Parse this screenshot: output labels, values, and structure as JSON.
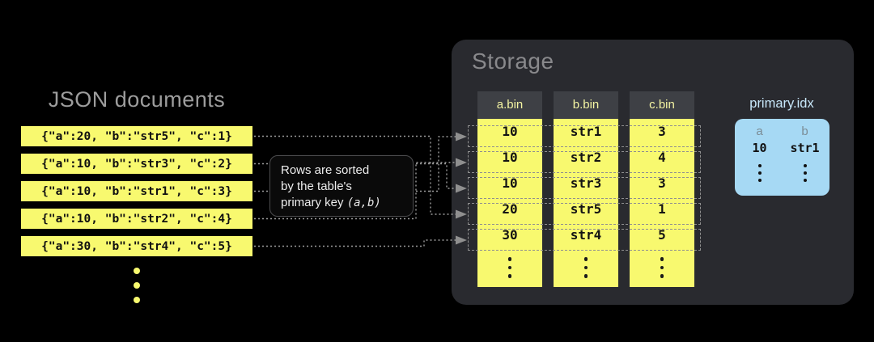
{
  "left": {
    "title": "JSON documents",
    "documents": [
      "{\"a\":20, \"b\":\"str5\", \"c\":1}",
      "{\"a\":10, \"b\":\"str3\", \"c\":2}",
      "{\"a\":10, \"b\":\"str1\", \"c\":3}",
      "{\"a\":10, \"b\":\"str2\", \"c\":4}",
      "{\"a\":30, \"b\":\"str4\", \"c\":5}"
    ]
  },
  "annotation": {
    "line1": "Rows are sorted",
    "line2": "by the table's",
    "line3_prefix": "primary key ",
    "line3_key": "(a,b)"
  },
  "storage": {
    "title": "Storage",
    "columns": [
      {
        "name": "a.bin",
        "values": [
          "10",
          "10",
          "10",
          "20",
          "30"
        ]
      },
      {
        "name": "b.bin",
        "values": [
          "str1",
          "str2",
          "str3",
          "str5",
          "str4"
        ]
      },
      {
        "name": "c.bin",
        "values": [
          "3",
          "4",
          "3",
          "1",
          "5"
        ]
      }
    ],
    "connections": [
      {
        "doc": 0,
        "row": 3
      },
      {
        "doc": 1,
        "row": 2
      },
      {
        "doc": 2,
        "row": 0
      },
      {
        "doc": 3,
        "row": 1
      },
      {
        "doc": 4,
        "row": 4
      }
    ]
  },
  "primary_index": {
    "label": "primary.idx",
    "columns": [
      "a",
      "b"
    ],
    "first_row": [
      "10",
      "str1"
    ]
  },
  "colors": {
    "background": "#000000",
    "row_yellow": "#F8F96F",
    "panel_gray": "#292A2F",
    "header_gray": "#3E4045",
    "index_blue": "#A6D9F4",
    "index_label_blue": "#C7E7FA",
    "connector_gray": "#9c9c9c"
  }
}
